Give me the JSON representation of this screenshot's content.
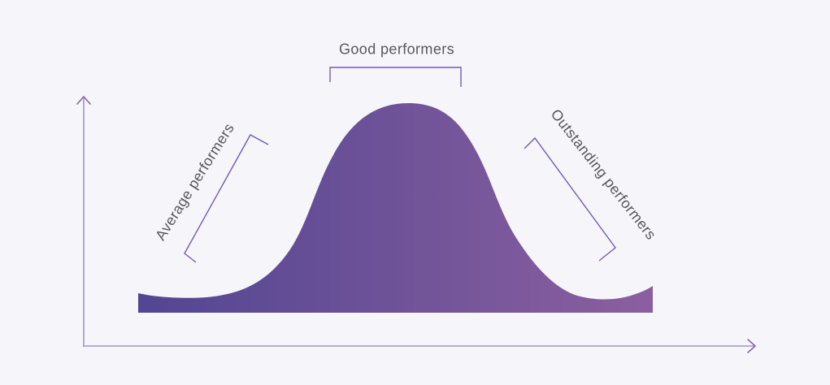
{
  "figure": {
    "type": "bell-curve-performance-distribution",
    "labels": {
      "average": "Average performers",
      "good": "Good performers",
      "outstanding": "Outstanding performers"
    }
  },
  "colors": {
    "background": "#f6f5f9",
    "curve_gradient_left": "#524692",
    "curve_gradient_right": "#8b5f9f",
    "axis_line": "#a295cb",
    "arrow_head": "#8566ae",
    "bracket": "#755bb0",
    "label_text": "#58585c"
  }
}
